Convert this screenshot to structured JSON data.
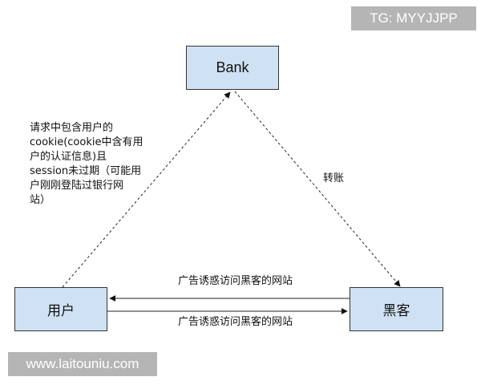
{
  "watermarks": {
    "top": "TG: MYYJJPP",
    "bottom": "www.laitouniu.com"
  },
  "nodes": {
    "bank": "Bank",
    "user": "用户",
    "hacker": "黑客"
  },
  "edges": {
    "user_to_bank_label": [
      "请求中包含用户的",
      "cookie(cookie中含有用",
      "户的认证信息)且",
      "session未过期（可能用",
      "户刚刚登陆过银行网",
      "站）"
    ],
    "bank_to_hacker_label": "转账",
    "hacker_to_user_label": "广告诱惑访问黑客的网站",
    "user_to_hacker_label": "广告诱惑访问黑客的网站"
  }
}
